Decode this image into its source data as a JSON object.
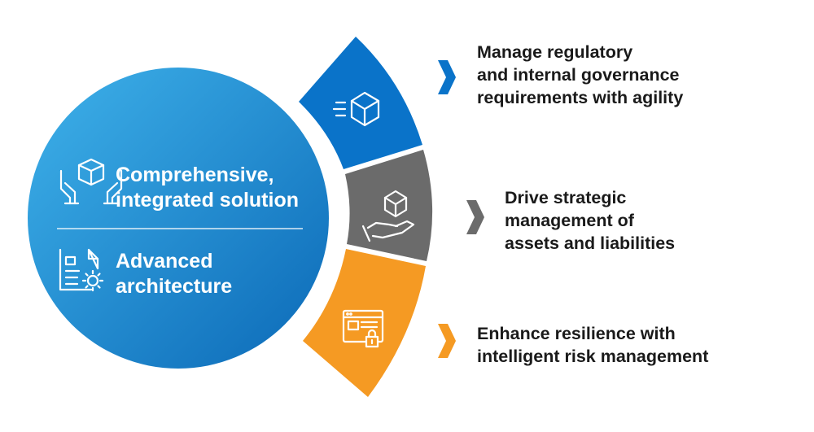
{
  "colors": {
    "circle_light": "#3fb2ea",
    "circle_dark": "#0b69b7",
    "segment_blue": "#0a73c9",
    "segment_gray": "#6b6b6b",
    "segment_orange": "#f59a23",
    "text_dark": "#1a1a1a",
    "white": "#ffffff"
  },
  "circle": {
    "items": [
      {
        "icon": "hands-holding-box-icon",
        "lines": [
          "Comprehensive,",
          "integrated solution"
        ]
      },
      {
        "icon": "document-gear-icon",
        "lines": [
          "Advanced",
          "architecture"
        ]
      }
    ]
  },
  "segments": [
    {
      "color": "#0a73c9",
      "icon": "moving-cube-icon",
      "lines": [
        "Manage regulatory",
        "and internal governance",
        "requirements with agility"
      ]
    },
    {
      "color": "#6b6b6b",
      "icon": "hand-holding-cube-icon",
      "lines": [
        "Drive strategic",
        "management of",
        "assets and liabilities"
      ]
    },
    {
      "color": "#f59a23",
      "icon": "browser-lock-icon",
      "lines": [
        "Enhance resilience with",
        "intelligent risk management"
      ]
    }
  ]
}
